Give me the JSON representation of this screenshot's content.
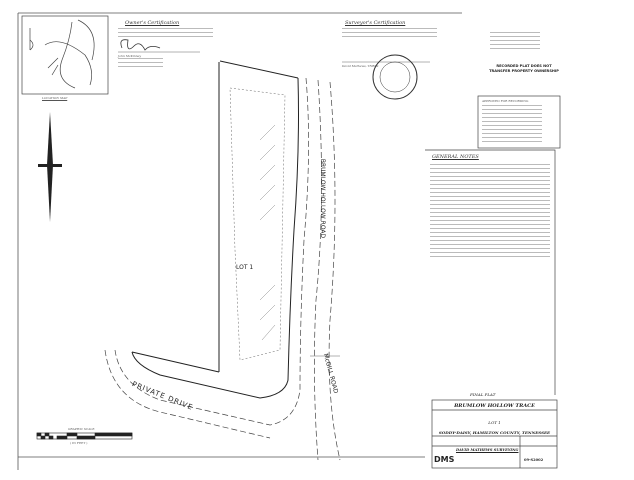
{
  "owner_cert": {
    "title": "Owner's Certification",
    "signer": "John McKinney"
  },
  "surveyor_cert": {
    "title": "Surveyor's Certification",
    "signer": "David Mathews, TNRLS"
  },
  "location_map": {
    "label": "LOCATION MAP"
  },
  "stamp": {
    "text": "RECORDED PLAT DOES NOT TRANSFER PROPERTY OWNERSHIP"
  },
  "approval": {
    "title": "APPROVED FOR RECORDING"
  },
  "general_notes": {
    "title": "GENERAL NOTES"
  },
  "plat": {
    "lot_label": "LOT 1",
    "roads": [
      "BRUMLOW HOLLOW ROAD",
      "McGILL ROAD",
      "PRIVATE DRIVE"
    ]
  },
  "graphic_scale": {
    "title": "GRAPHIC SCALE",
    "unit": "( IN FEET )"
  },
  "title_block": {
    "plat_type": "FINAL PLAT",
    "project": "BRUMLOW HOLLOW TRACE",
    "lot": "LOT 1",
    "location": "SODDY-DAISY, HAMILTON COUNTY, TENNESSEE",
    "firm_logo": "DMS",
    "firm": "DAVID MATHEWS SURVEYING",
    "job_number": "09-S2002"
  },
  "colors": {
    "ink": "#222222",
    "paper": "#ffffff"
  }
}
